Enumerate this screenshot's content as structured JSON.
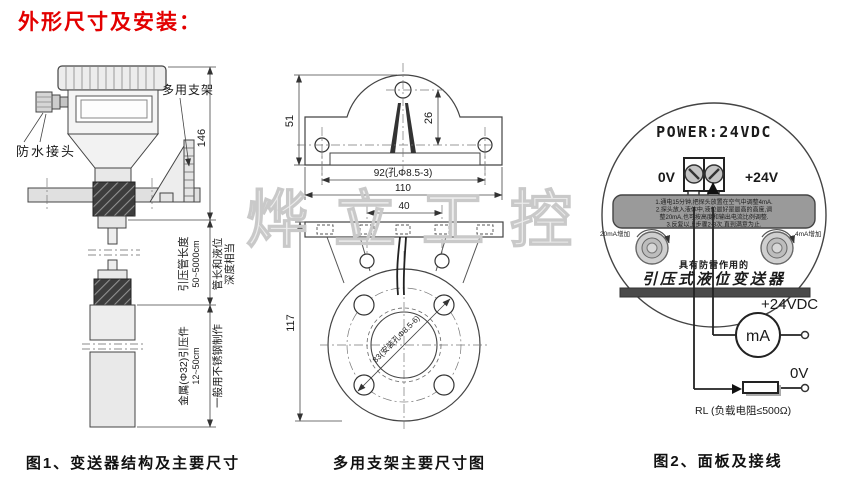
{
  "title": "外形尺寸及安装：",
  "watermark": "烨立工控",
  "fig1": {
    "caption": "图1、变送器结构及主要尺寸",
    "labels": {
      "bracket": "多用支架",
      "waterproof_joint": "防水接头",
      "height_dim": "146",
      "pipe_length": "引压管长度",
      "pipe_range": "50~5000cm",
      "pipe_note1": "管长和液位",
      "pipe_note2": "深度相当",
      "metal_part": "金属(Φ32)引压件",
      "metal_range": "12~50cm",
      "steel_note": "一般用不锈钢制作"
    }
  },
  "bracket_fig": {
    "caption": "多用支架主要尺寸图",
    "dims": {
      "width": "110",
      "height": "51",
      "hole_offset": "26",
      "hole_span": "92(孔Φ8.5-3)",
      "slot_span": "40",
      "total_height": "117",
      "bolt_circle": "83(安装孔Φ8.5-6)"
    }
  },
  "fig2": {
    "caption": "图2、面板及接线",
    "power_label": "POWER:24VDC",
    "terminal_0v": "0V",
    "terminal_24v": "+24V",
    "instructions": [
      "1.通电15分钟,把探头放置在空气中调整4mA.",
      "2.探头放入液体中,液位最好是最高的高度,调",
      "整20mA,也可按高度和输出电流比例调整.",
      "3.反复以上步骤2-3次,直到满意为止."
    ],
    "knob_left_label": "20mA增加",
    "knob_right_label": "4mA增加",
    "lightning_note": "具有防雷作用的",
    "product_name": "引压式液位变送器",
    "supply_label": "+24VDC",
    "meter_label": "mA",
    "zero_label": "0V",
    "load_label": "RL (负载电阻≤500Ω)"
  }
}
